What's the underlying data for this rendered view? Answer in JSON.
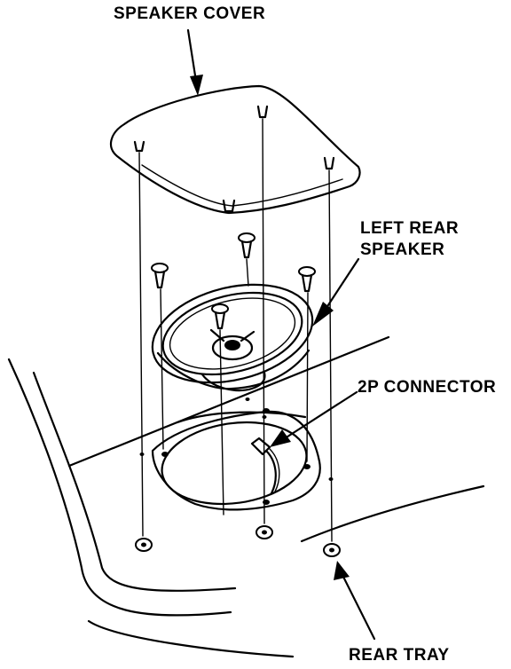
{
  "labels": {
    "speaker_cover": "SPEAKER COVER",
    "left_rear_speaker_line1": "LEFT REAR",
    "left_rear_speaker_line2": "SPEAKER",
    "connector_2p": "2P CONNECTOR",
    "rear_tray": "REAR TRAY"
  },
  "colors": {
    "ink": "#000000",
    "paper": "#ffffff"
  },
  "icons": {
    "arrow": "arrow-icon",
    "screw": "screw-icon",
    "clip": "clip-icon",
    "nut": "nut-icon"
  }
}
